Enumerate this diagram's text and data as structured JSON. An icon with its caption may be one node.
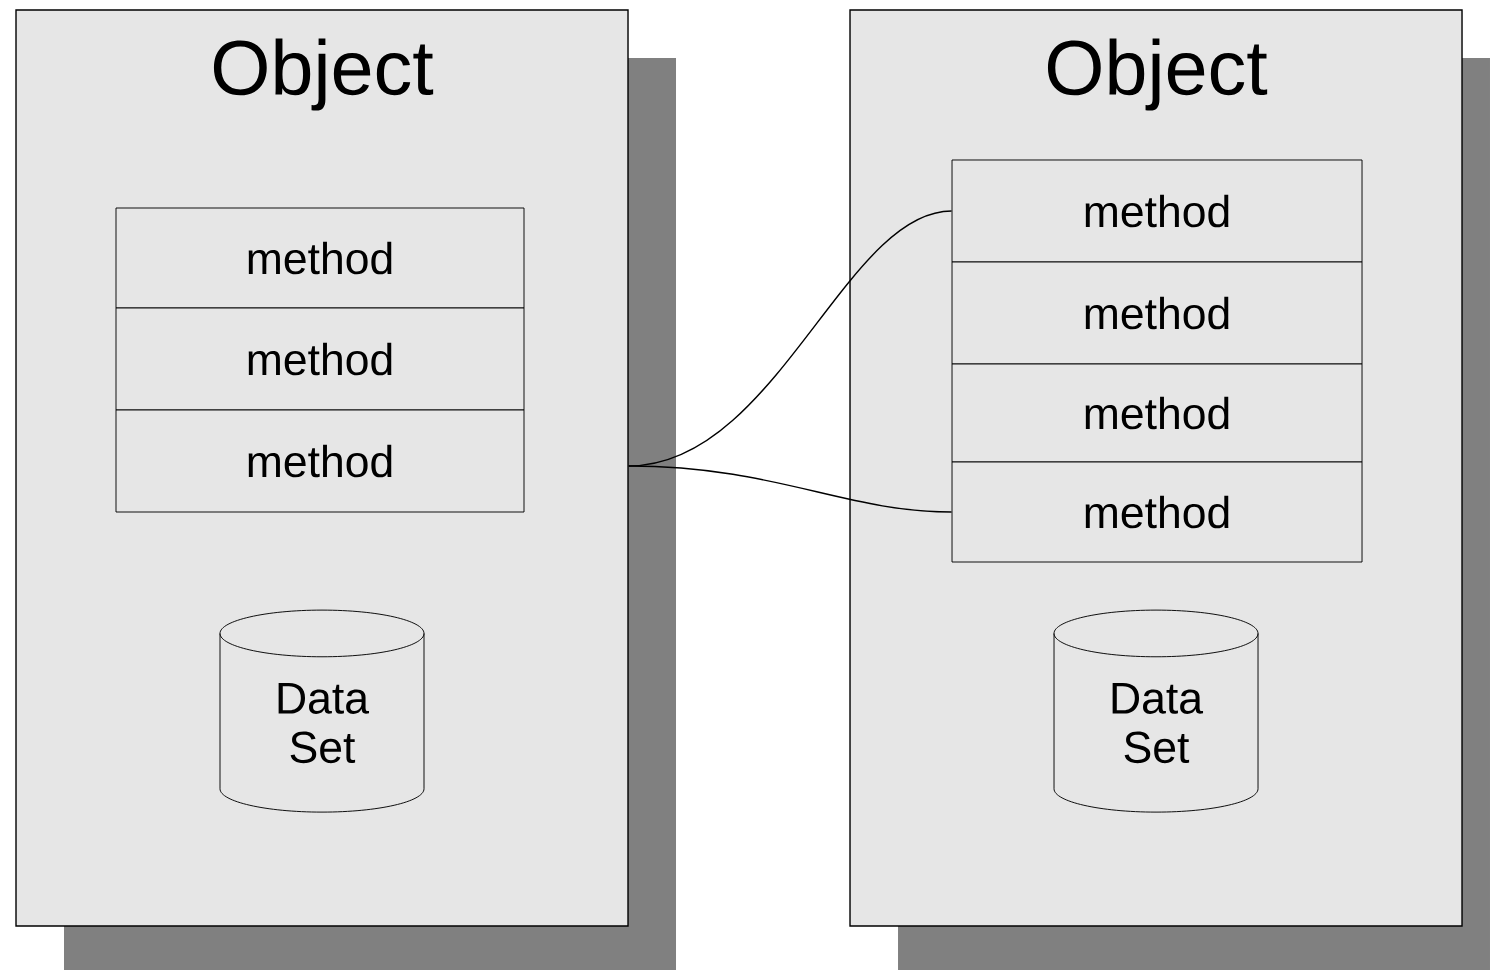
{
  "diagram": {
    "nodes": [
      {
        "text": [
          "Object"
        ]
      },
      {
        "text": [
          "method"
        ],
        "in": 0
      },
      {
        "text": [
          "method"
        ],
        "in": 0
      },
      {
        "text": [
          "method"
        ],
        "in": 0
      },
      {
        "text": [
          "Data Set"
        ],
        "in": 0
      },
      {
        "text": [
          "Object"
        ]
      },
      {
        "text": [
          "method"
        ],
        "in": 5
      },
      {
        "text": [
          "method"
        ],
        "in": 5
      },
      {
        "text": [
          "method"
        ],
        "in": 5
      },
      {
        "text": [
          "method"
        ],
        "in": 5
      },
      {
        "text": [
          "Data Set"
        ],
        "in": 5
      }
    ],
    "edges": [
      {
        "from": 0,
        "to": 6,
        "arrow": "none"
      },
      {
        "from": 0,
        "to": 9,
        "arrow": "none"
      }
    ]
  }
}
